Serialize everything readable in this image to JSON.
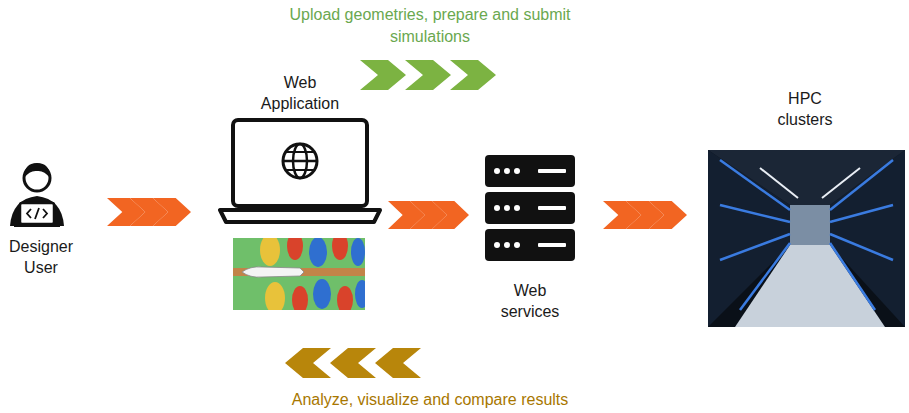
{
  "diagram": {
    "nodes": [
      {
        "text": [
          "Designer User"
        ]
      },
      {
        "text": [
          "Web Application"
        ]
      },
      {
        "text": [
          "Web services"
        ]
      },
      {
        "text": [
          "HPC clusters"
        ]
      }
    ],
    "edges": [
      {
        "from": 0,
        "to": 1,
        "arrow": "to"
      },
      {
        "from": 1,
        "to": 2,
        "arrow": "to"
      },
      {
        "from": 2,
        "to": 3,
        "arrow": "to"
      }
    ],
    "labels": [
      "Upload geometries, prepare and submit simulations",
      "Analyze, visualize and compare results"
    ]
  }
}
